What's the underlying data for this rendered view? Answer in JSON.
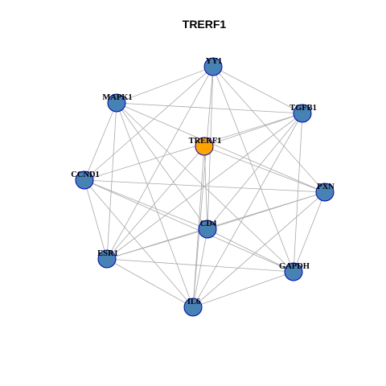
{
  "title": "TRERF1",
  "colors": {
    "hub_fill": "#FFA500",
    "node_fill": "#4682B4",
    "node_stroke": "#0000CD",
    "edge": "#A9A9A9",
    "label": "#000000"
  },
  "nodes": [
    {
      "id": "YY1",
      "label": "YY1",
      "role": "neighbor"
    },
    {
      "id": "MAPK1",
      "label": "MAPK1",
      "role": "neighbor"
    },
    {
      "id": "TGFB1",
      "label": "TGFB1",
      "role": "neighbor"
    },
    {
      "id": "TRERF1",
      "label": "TRERF1",
      "role": "hub"
    },
    {
      "id": "CCND1",
      "label": "CCND1",
      "role": "neighbor"
    },
    {
      "id": "PXN",
      "label": "PXN",
      "role": "neighbor"
    },
    {
      "id": "CD4",
      "label": "CD4",
      "role": "neighbor"
    },
    {
      "id": "ESR1",
      "label": "ESR1",
      "role": "neighbor"
    },
    {
      "id": "GAPDH",
      "label": "GAPDH",
      "role": "neighbor"
    },
    {
      "id": "IL6",
      "label": "IL6",
      "role": "neighbor"
    }
  ],
  "edges": [
    [
      "YY1",
      "MAPK1"
    ],
    [
      "YY1",
      "CCND1"
    ],
    [
      "YY1",
      "TGFB1"
    ],
    [
      "YY1",
      "PXN"
    ],
    [
      "YY1",
      "GAPDH"
    ],
    [
      "YY1",
      "IL6"
    ],
    [
      "YY1",
      "CD4"
    ],
    [
      "YY1",
      "ESR1"
    ],
    [
      "MAPK1",
      "TGFB1"
    ],
    [
      "MAPK1",
      "CCND1"
    ],
    [
      "MAPK1",
      "PXN"
    ],
    [
      "MAPK1",
      "CD4"
    ],
    [
      "MAPK1",
      "ESR1"
    ],
    [
      "MAPK1",
      "GAPDH"
    ],
    [
      "MAPK1",
      "IL6"
    ],
    [
      "TGFB1",
      "CCND1"
    ],
    [
      "TGFB1",
      "CD4"
    ],
    [
      "TGFB1",
      "ESR1"
    ],
    [
      "TGFB1",
      "GAPDH"
    ],
    [
      "TGFB1",
      "IL6"
    ],
    [
      "TRERF1",
      "TGFB1"
    ],
    [
      "TRERF1",
      "CD4"
    ],
    [
      "TRERF1",
      "IL6"
    ],
    [
      "TRERF1",
      "ESR1"
    ],
    [
      "TRERF1",
      "PXN"
    ],
    [
      "CCND1",
      "PXN"
    ],
    [
      "CCND1",
      "CD4"
    ],
    [
      "CCND1",
      "ESR1"
    ],
    [
      "CCND1",
      "IL6"
    ],
    [
      "CCND1",
      "GAPDH"
    ],
    [
      "PXN",
      "CD4"
    ],
    [
      "PXN",
      "ESR1"
    ],
    [
      "PXN",
      "GAPDH"
    ],
    [
      "PXN",
      "IL6"
    ],
    [
      "CD4",
      "ESR1"
    ],
    [
      "CD4",
      "GAPDH"
    ],
    [
      "CD4",
      "IL6"
    ],
    [
      "ESR1",
      "GAPDH"
    ],
    [
      "ESR1",
      "IL6"
    ],
    [
      "GAPDH",
      "IL6"
    ]
  ]
}
